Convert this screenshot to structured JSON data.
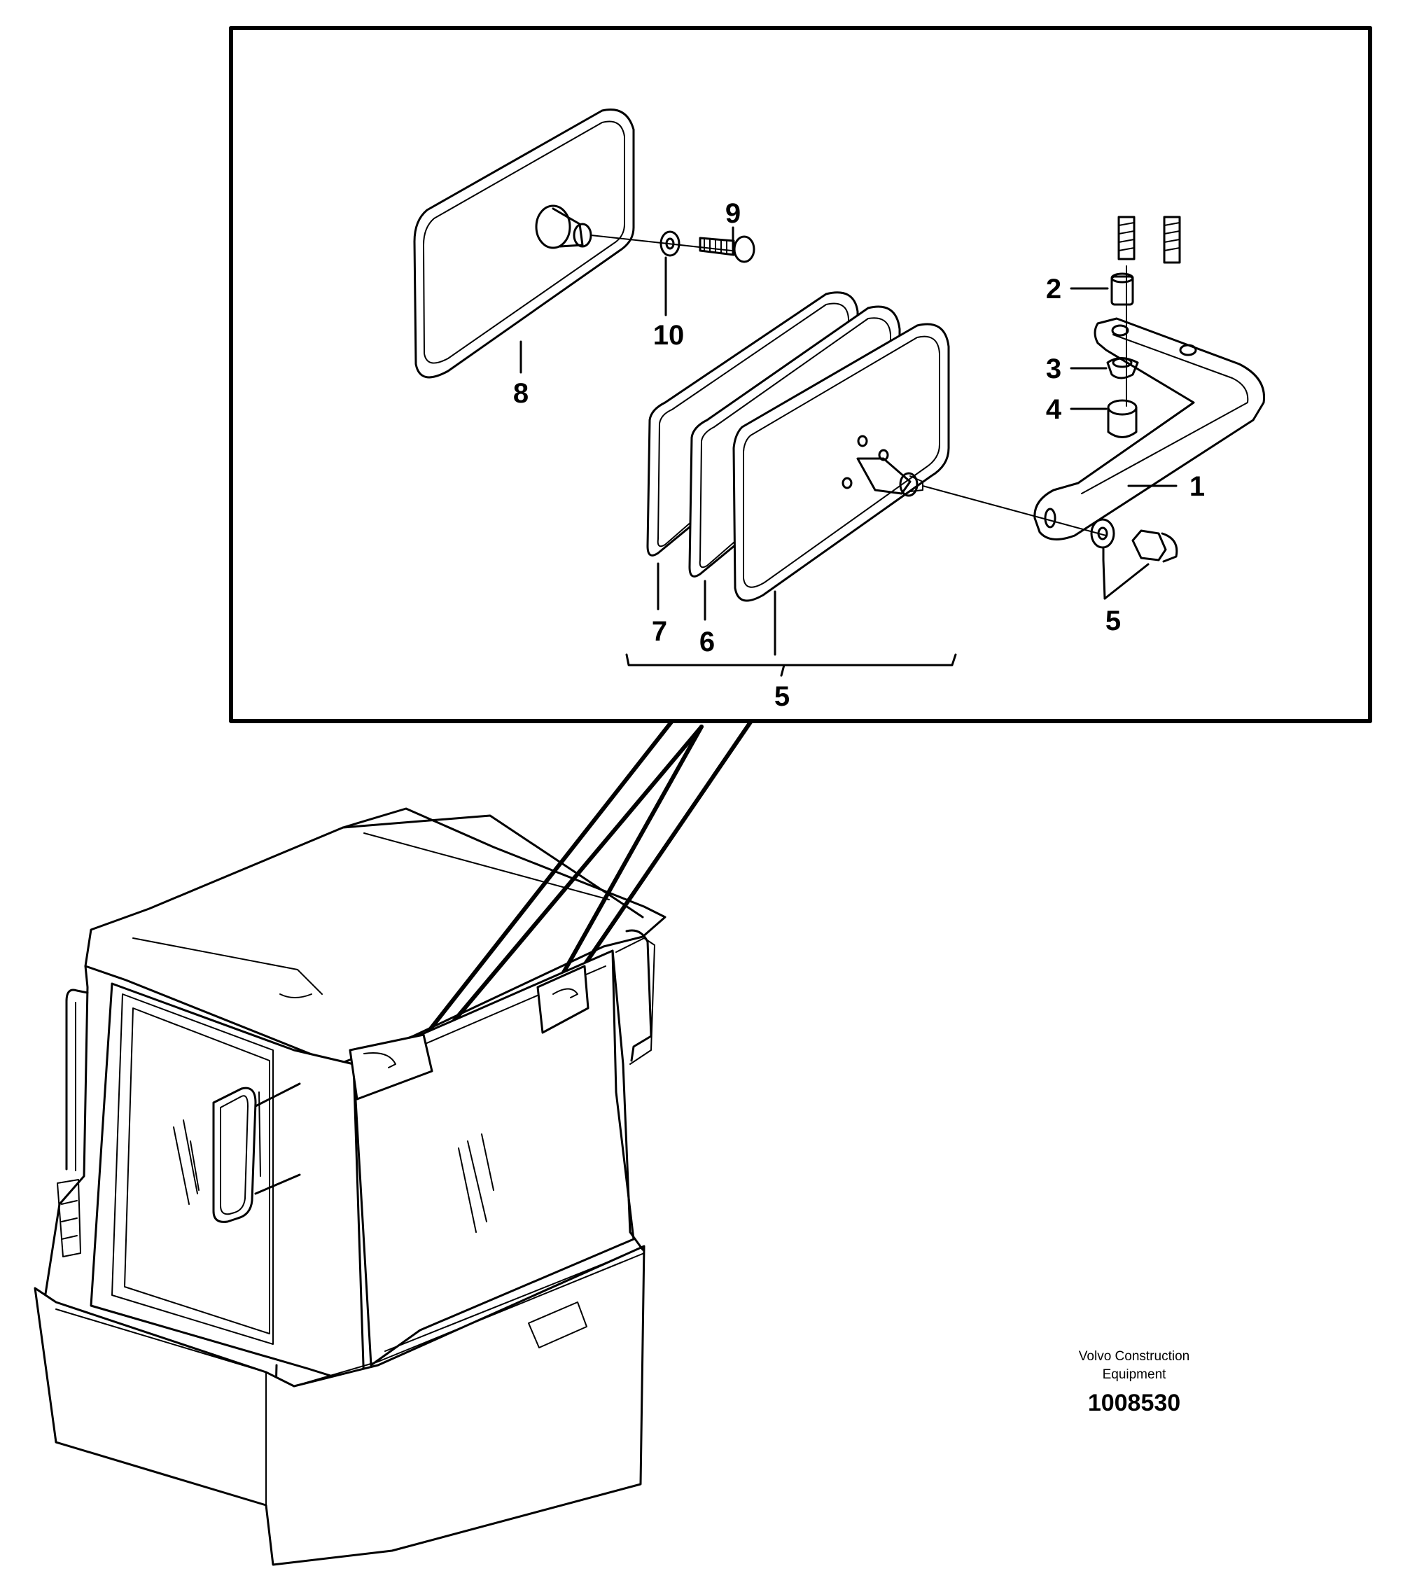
{
  "diagram": {
    "callouts": {
      "c1": "1",
      "c2": "2",
      "c3": "3",
      "c4": "4",
      "c5_hardware": "5",
      "c5_assembly": "5",
      "c6": "6",
      "c7": "7",
      "c8": "8",
      "c9": "9",
      "c10": "10"
    },
    "caption": {
      "line1": "Volvo Construction",
      "line2": "Equipment",
      "reference": "1008530"
    }
  }
}
